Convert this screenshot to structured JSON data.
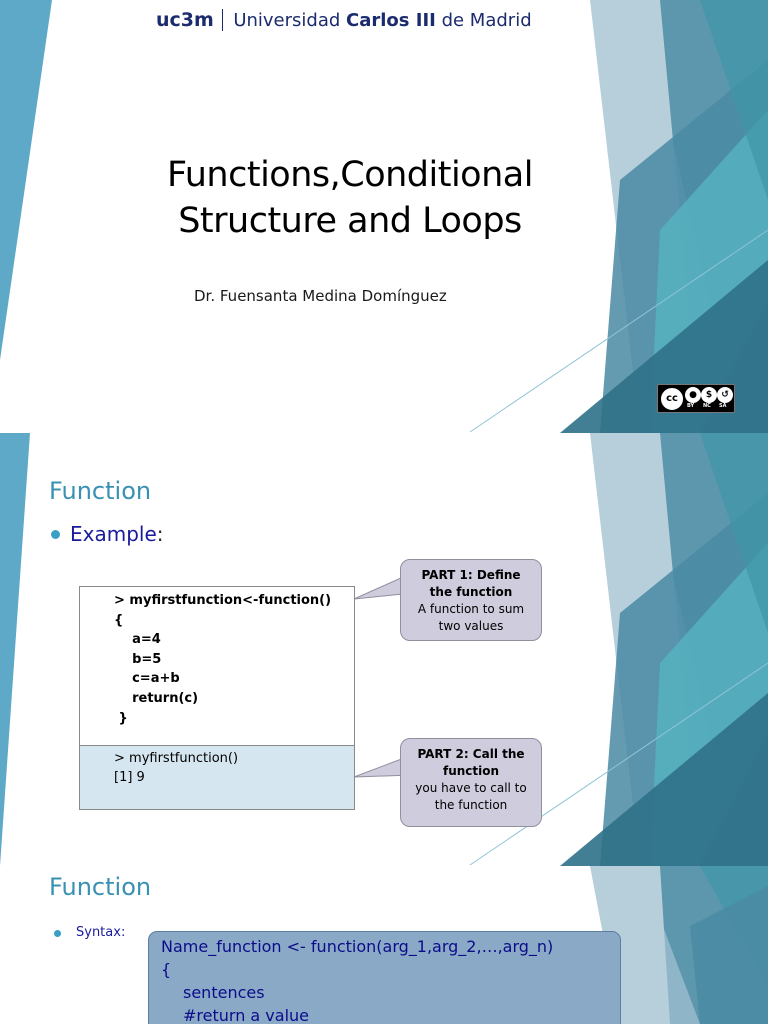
{
  "slide1": {
    "logo_mark": "uc3m",
    "logo_name_prefix": "Universidad ",
    "logo_name_bold": "Carlos III",
    "logo_name_suffix": " de Madrid",
    "title_line1": "Functions,Conditional",
    "title_line2": "Structure and Loops",
    "author": "Dr. Fuensanta Medina Domínguez",
    "license_badge": {
      "main": "cc",
      "labels": [
        "BY",
        "NC",
        "SA"
      ]
    }
  },
  "slide2": {
    "heading": "Function",
    "bullet": {
      "label": "Example",
      "suffix": ":"
    },
    "code_definition": [
      "> myfirstfunction<-function()",
      "{",
      "    a=4",
      "    b=5",
      "    c=a+b",
      "    return(c)",
      " }"
    ],
    "code_call": [
      "> myfirstfunction()",
      "[1] 9"
    ],
    "callout1": {
      "title_line1": "PART 1: Define",
      "title_line2": "the function",
      "body_line1": "A function to sum",
      "body_line2": "two values"
    },
    "callout2": {
      "title_line1": "PART 2: Call the",
      "title_line2": "function",
      "body_line1": "you have to call to",
      "body_line2": "the function"
    }
  },
  "slide3": {
    "heading": "Function",
    "bullet_label": "Syntax:",
    "syntax_lines": [
      "Name_function <- function(arg_1,arg_2,…,arg_n)",
      "{",
      "sentences",
      "#return a value"
    ]
  }
}
